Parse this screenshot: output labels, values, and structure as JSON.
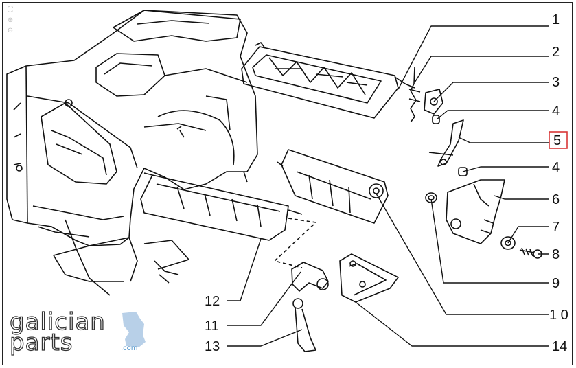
{
  "toolbar": {
    "tools": [
      {
        "icon": "fullscreen-icon",
        "glyph": "⛶"
      },
      {
        "icon": "zoom-in-icon",
        "glyph": "⊕"
      },
      {
        "icon": "zoom-out-icon",
        "glyph": "⊖"
      }
    ]
  },
  "callouts": {
    "c1": "1",
    "c2": "2",
    "c3": "3",
    "c4a": "4",
    "c5": "5",
    "c4b": "4",
    "c6": "6",
    "c7": "7",
    "c8": "8",
    "c9": "9",
    "c10": "1 0",
    "c12": "12",
    "c11": "11",
    "c13": "13",
    "c14": "14"
  },
  "highlight": {
    "label": "5",
    "color": "#d93636"
  },
  "logo": {
    "line1": "galician",
    "line2": "parts",
    "domain": ".com",
    "accent": "#b8d0e8"
  }
}
